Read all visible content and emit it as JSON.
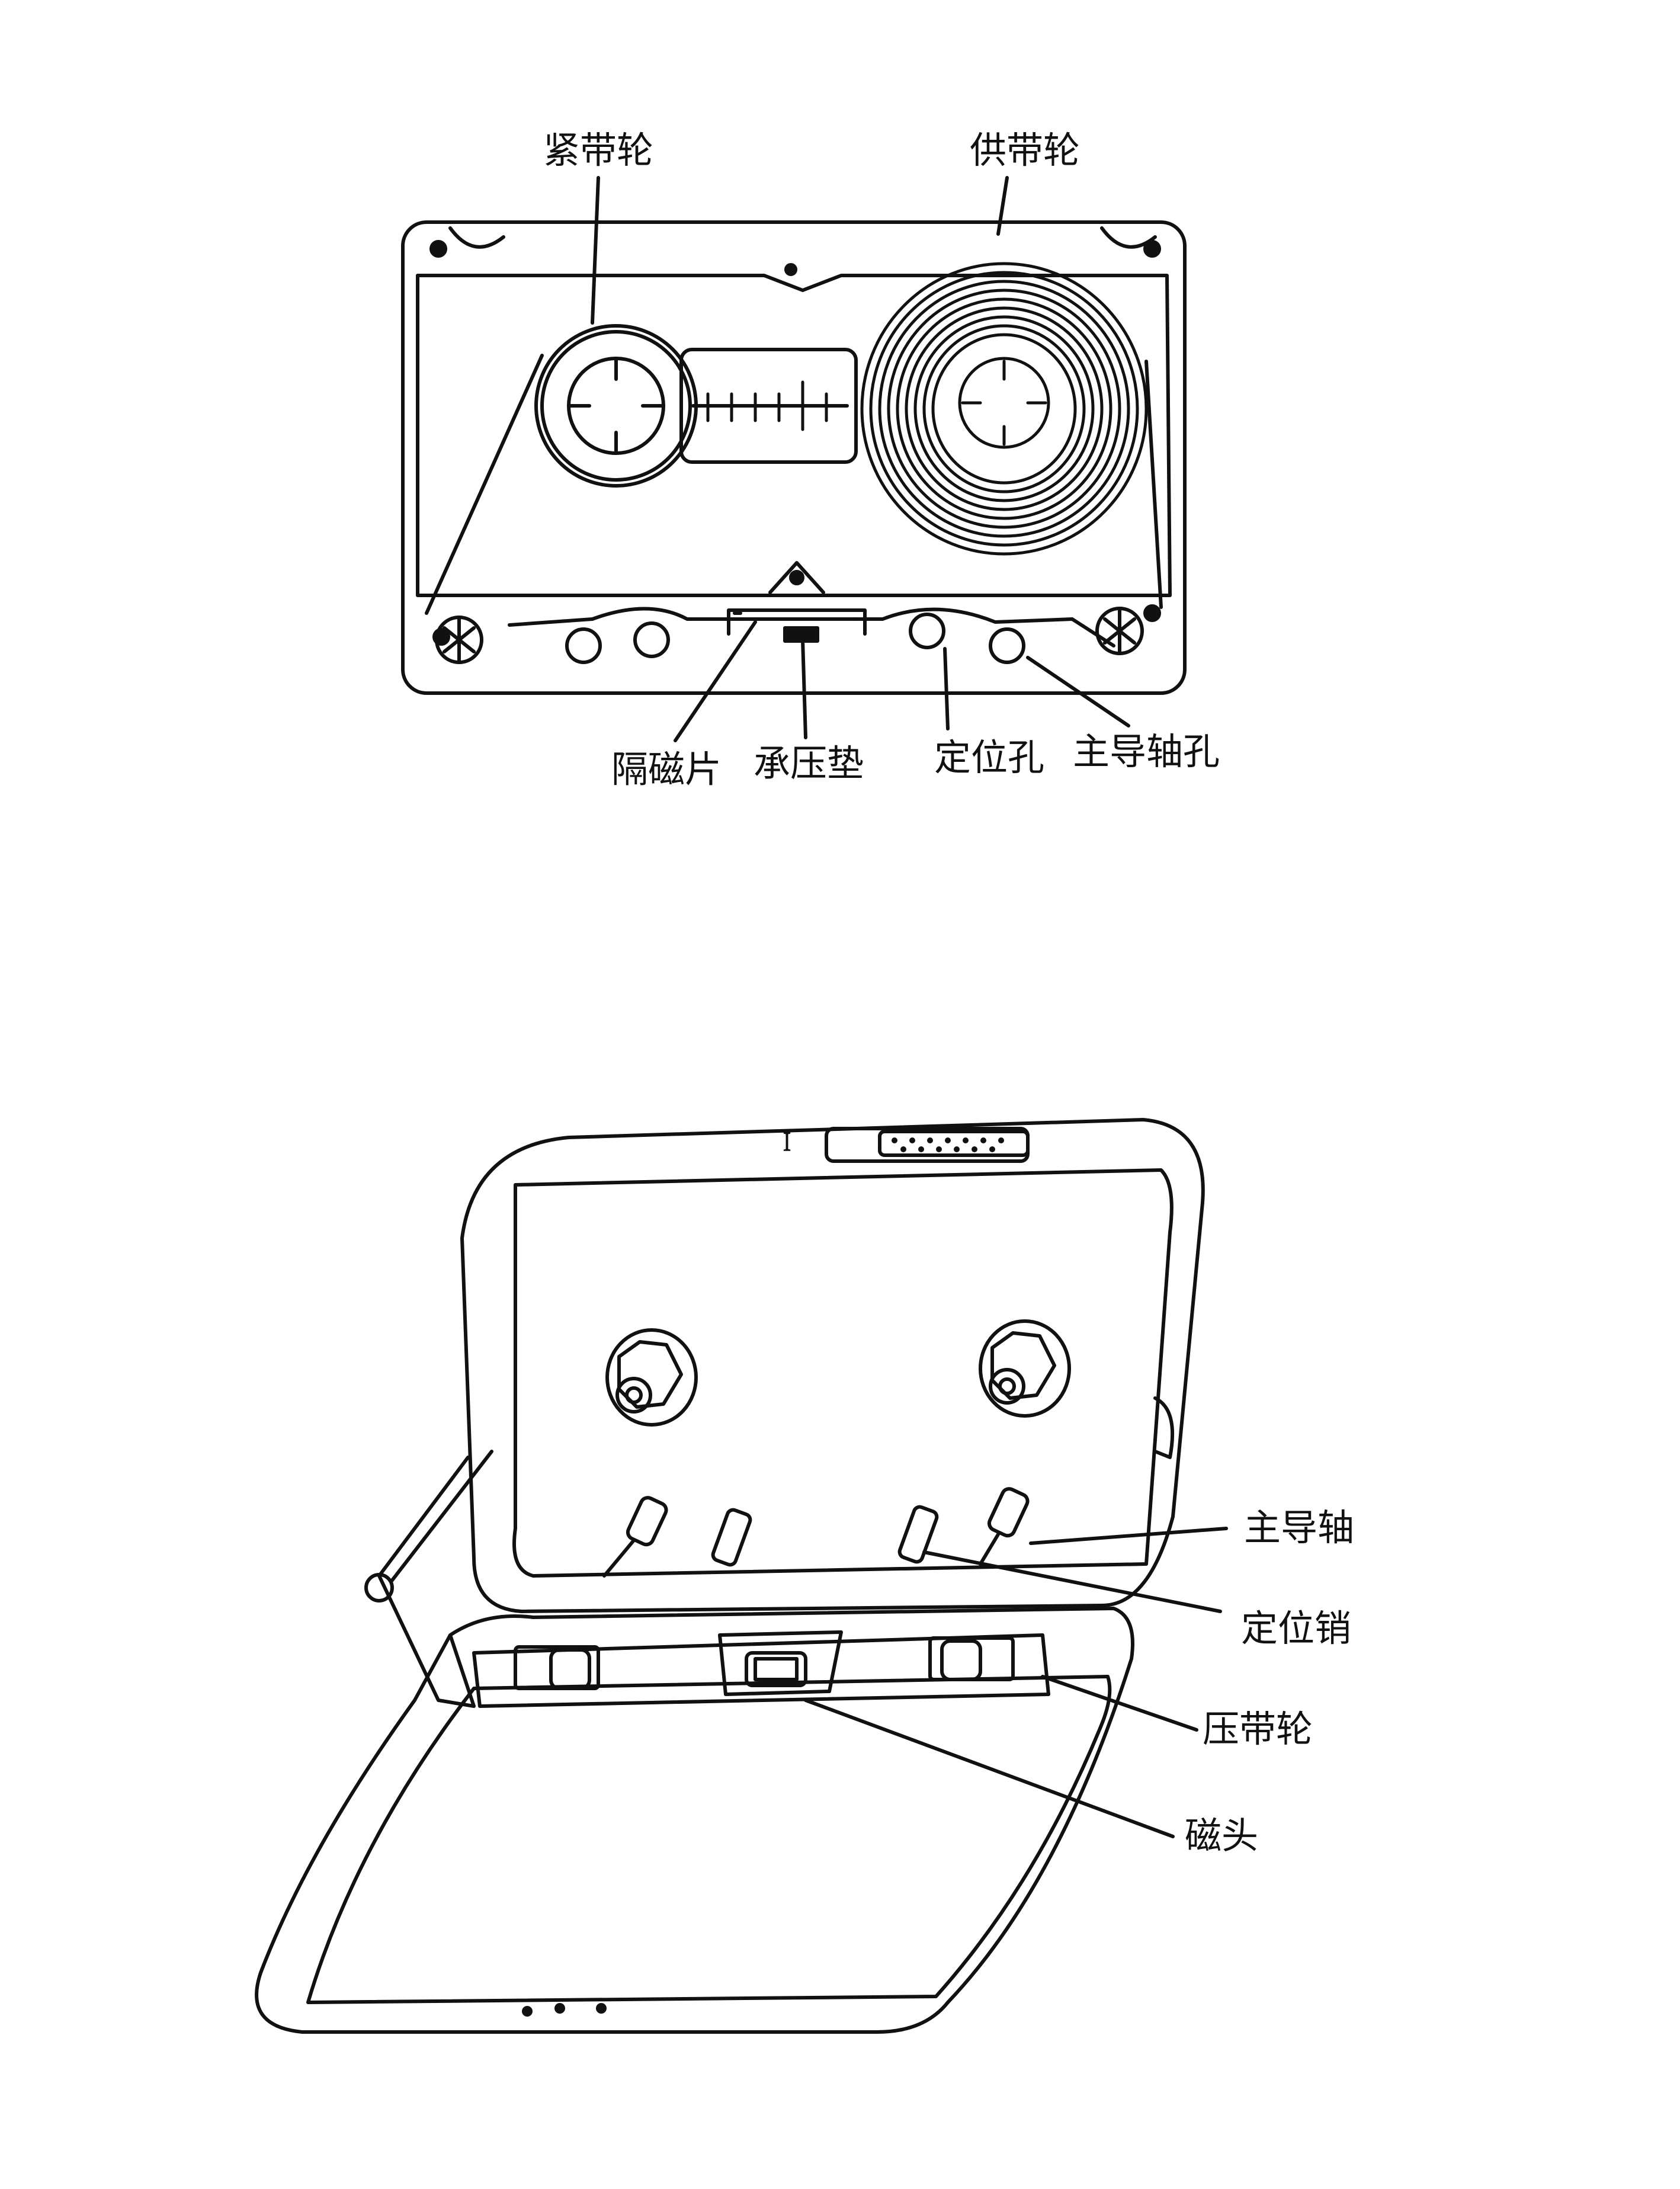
{
  "cassette_labels": {
    "take_up_reel": "紧带轮",
    "supply_reel": "供带轮",
    "magnetic_shield": "隔磁片",
    "pressure_pad": "承压垫",
    "locating_hole": "定位孔",
    "capstan_hole": "主导轴孔"
  },
  "deck_labels": {
    "capstan": "主导轴",
    "locating_pin": "定位销",
    "pinch_roller": "压带轮",
    "magnetic_head": "磁头"
  },
  "colors": {
    "ink": "#111111",
    "paper": "#ffffff"
  }
}
